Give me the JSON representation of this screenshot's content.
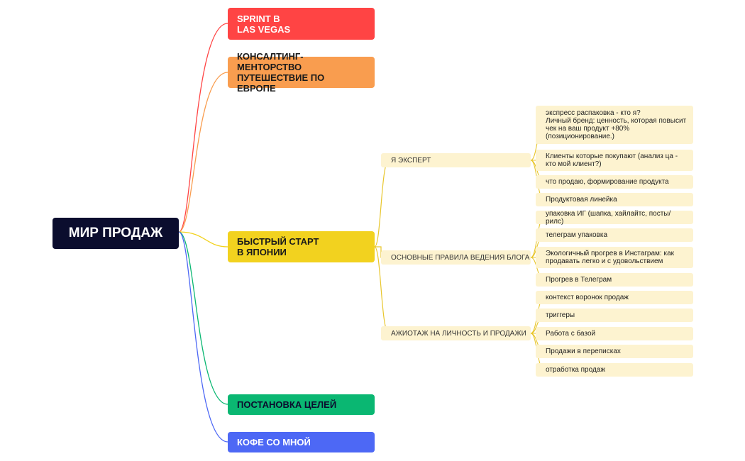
{
  "root": {
    "label": "МИР ПРОДАЖ"
  },
  "branches": [
    {
      "label": "SPRINT В\nLAS VEGAS",
      "color": "#ff4444"
    },
    {
      "label": "КОНСАЛТИНГ-МЕНТОРСТВО\nПУТЕШЕСТВИЕ ПО ЕВРОПЕ",
      "color": "#f99d4f"
    },
    {
      "label": "БЫСТРЫЙ СТАРТ\nВ ЯПОНИИ",
      "color": "#f2d21f"
    },
    {
      "label": "ПОСТАНОВКА ЦЕЛЕЙ",
      "color": "#0ab772"
    },
    {
      "label": "КОФЕ СО МНОЙ",
      "color": "#4d68f5"
    }
  ],
  "subtopics": [
    {
      "label": "Я ЭКСПЕРТ",
      "leaves": [
        "экспресс распаковка - кто я?\nЛичный бренд: ценность, которая повысит чек на ваш продукт +80% (позиционирование.)",
        "Клиенты которые покупают (анализ ца - кто мой клиент?)",
        "что продаю, формирование продукта",
        "Продуктовая линейка"
      ]
    },
    {
      "label": "ОСНОВНЫЕ ПРАВИЛА ВЕДЕНИЯ БЛОГА",
      "leaves": [
        "упаковка ИГ (шапка, хайлайтс, посты/рилс)",
        "телеграм упаковка",
        "Экологичный прогрев в Инстаграм: как продавать легко и с удовольствием",
        "Прогрев в Телеграм"
      ]
    },
    {
      "label": "АЖИОТАЖ НА ЛИЧНОСТЬ И ПРОДАЖИ",
      "leaves": [
        "контекст воронок продаж",
        "триггеры",
        "Работа с базой",
        "Продажи в переписках",
        "отработка продаж"
      ]
    }
  ],
  "line_color": "#e8c62c"
}
